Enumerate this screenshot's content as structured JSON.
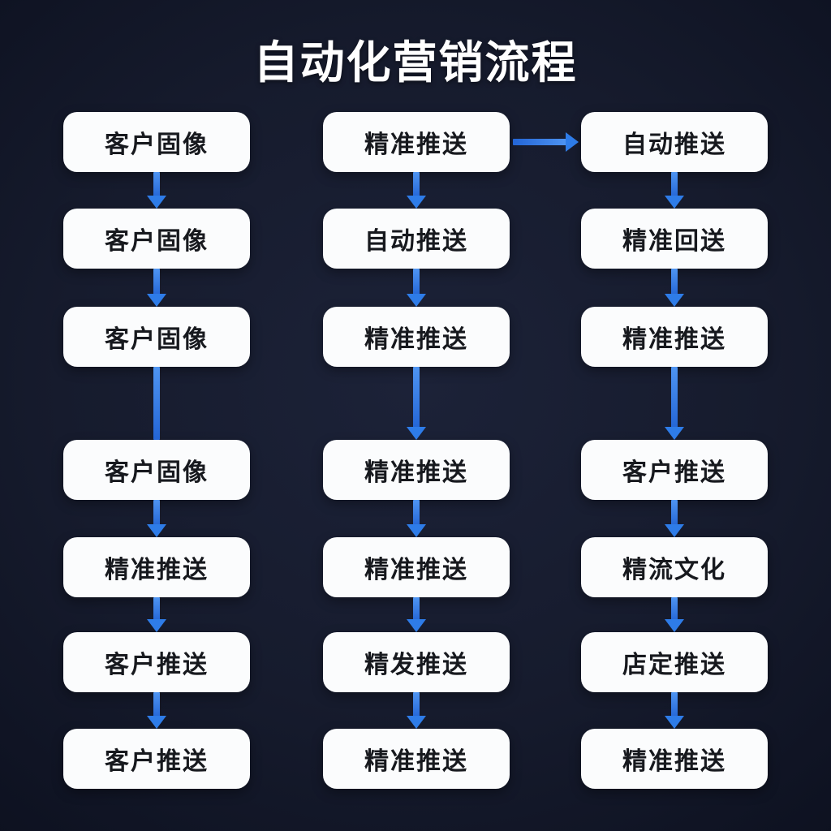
{
  "title": "自动化营销流程",
  "theme": {
    "background": "#161b2d",
    "title_color": "#ffffff",
    "box_fill": "#fbfcfd",
    "box_text": "#17191e",
    "arrow": "#2e7ce8",
    "arrow_light": "#4f95f2",
    "arrow_dark": "#2365d6"
  },
  "flowchart": {
    "columns": [
      {
        "name": "column-1",
        "nodes": [
          "客户固像",
          "客户固像",
          "客户固像",
          "客户固像",
          "精准推送",
          "客户推送",
          "客户推送"
        ]
      },
      {
        "name": "column-2",
        "nodes": [
          "精准推送",
          "自动推送",
          "精准推送",
          "精准推送",
          "精准推送",
          "精发推送",
          "精准推送"
        ]
      },
      {
        "name": "column-3",
        "nodes": [
          "自动推送",
          "精准回送",
          "精准推送",
          "客户推送",
          "精流文化",
          "店定推送",
          "精准推送"
        ]
      }
    ],
    "edges": [
      {
        "from": "c1n1",
        "to": "c1n2",
        "arrowhead": true
      },
      {
        "from": "c1n2",
        "to": "c1n3",
        "arrowhead": true
      },
      {
        "from": "c1n3",
        "to": "c1n4",
        "arrowhead": false
      },
      {
        "from": "c1n4",
        "to": "c1n5",
        "arrowhead": true
      },
      {
        "from": "c1n5",
        "to": "c1n6",
        "arrowhead": true
      },
      {
        "from": "c1n6",
        "to": "c1n7",
        "arrowhead": true
      },
      {
        "from": "c2n1",
        "to": "c2n2",
        "arrowhead": true
      },
      {
        "from": "c2n2",
        "to": "c2n3",
        "arrowhead": true
      },
      {
        "from": "c2n3",
        "to": "c2n4",
        "arrowhead": true
      },
      {
        "from": "c2n4",
        "to": "c2n5",
        "arrowhead": true
      },
      {
        "from": "c2n5",
        "to": "c2n6",
        "arrowhead": true
      },
      {
        "from": "c2n6",
        "to": "c2n7",
        "arrowhead": true
      },
      {
        "from": "c3n1",
        "to": "c3n2",
        "arrowhead": true
      },
      {
        "from": "c3n2",
        "to": "c3n3",
        "arrowhead": true
      },
      {
        "from": "c3n3",
        "to": "c3n4",
        "arrowhead": true
      },
      {
        "from": "c3n4",
        "to": "c3n5",
        "arrowhead": true
      },
      {
        "from": "c3n5",
        "to": "c3n6",
        "arrowhead": true
      },
      {
        "from": "c3n6",
        "to": "c3n7",
        "arrowhead": true
      },
      {
        "from": "c2n1",
        "to": "c3n1",
        "arrowhead": true,
        "direction": "right"
      }
    ]
  }
}
